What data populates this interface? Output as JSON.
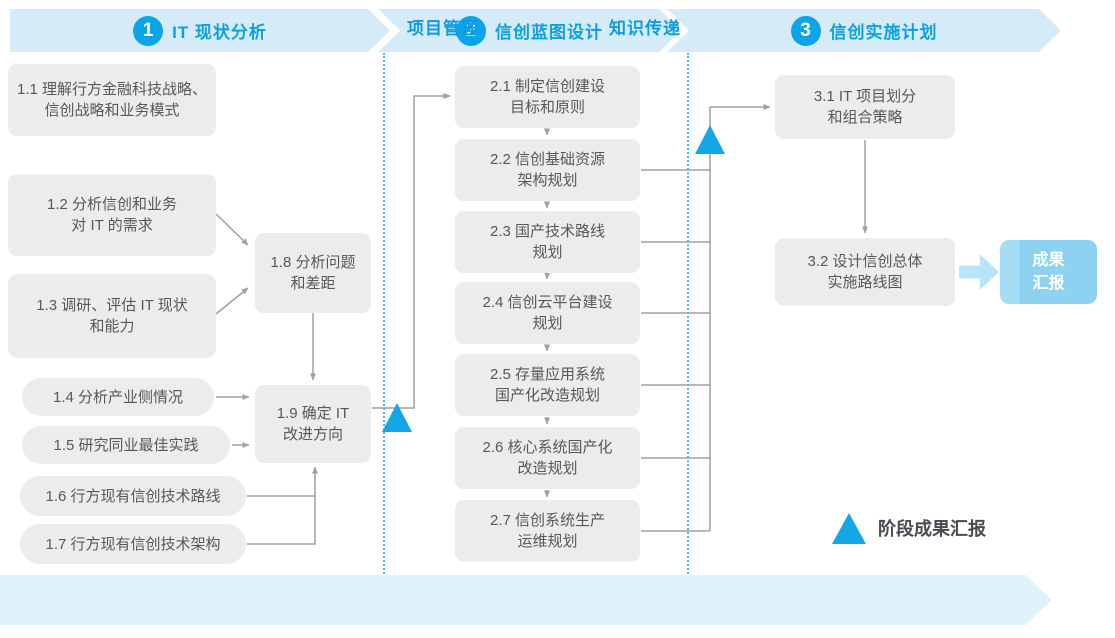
{
  "palette": {
    "accent_blue": "#0ca4e8",
    "banner_bg": "#d5ecf8",
    "bottom_banner_bg": "#e0f2fb",
    "banner_text_blue": "#0d9fe4",
    "node_bg": "#ececec",
    "node_text": "#595757",
    "connector_gray": "#a0a0a0",
    "dotted_separator": "#45b9ea",
    "milestone_blue": "#14a7e8",
    "result_box_bg": "#8dd3f1",
    "fat_arrow_bg": "#b9e4f8"
  },
  "banner": {
    "phases": [
      {
        "num": "1",
        "title": "IT 现状分析"
      },
      {
        "num": "2",
        "title": "信创蓝图设计"
      },
      {
        "num": "3",
        "title": "信创实施计划"
      }
    ]
  },
  "boxes": {
    "b11": {
      "line1": "1.1 理解行方金融科技战略、",
      "line2": "信创战略和业务模式"
    },
    "b12": {
      "line1": "1.2 分析信创和业务",
      "line2": "对 IT 的需求"
    },
    "b13": {
      "line1": "1.3 调研、评估 IT 现状",
      "line2": "和能力"
    },
    "b14": {
      "line1": "1.4 分析产业侧情况"
    },
    "b15": {
      "line1": "1.5 研究同业最佳实践"
    },
    "b16": {
      "line1": "1.6 行方现有信创技术路线"
    },
    "b17": {
      "line1": "1.7 行方现有信创技术架构"
    },
    "b18": {
      "line1": "1.8 分析问题",
      "line2": "和差距"
    },
    "b19": {
      "line1": "1.9 确定 IT",
      "line2": "改进方向"
    },
    "b21": {
      "line1": "2.1 制定信创建设",
      "line2": "目标和原则"
    },
    "b22": {
      "line1": "2.2 信创基础资源",
      "line2": "架构规划"
    },
    "b23": {
      "line1": "2.3 国产技术路线",
      "line2": "规划"
    },
    "b24": {
      "line1": "2.4 信创云平台建设",
      "line2": "规划"
    },
    "b25": {
      "line1": "2.5 存量应用系统",
      "line2": "国产化改造规划"
    },
    "b26": {
      "line1": "2.6 核心系统国产化",
      "line2": "改造规划"
    },
    "b27": {
      "line1": "2.7 信创系统生产",
      "line2": "运维规划"
    },
    "b31": {
      "line1": "3.1 IT 项目划分",
      "line2": "和组合策略"
    },
    "b32": {
      "line1": "3.2 设计信创总体",
      "line2": "实施路线图"
    }
  },
  "result_box": {
    "line1": "成果",
    "line2": "汇报"
  },
  "legend": {
    "label": "阶段成果汇报"
  },
  "footer": {
    "left_label": "项目管理",
    "right_label": "知识传递"
  }
}
